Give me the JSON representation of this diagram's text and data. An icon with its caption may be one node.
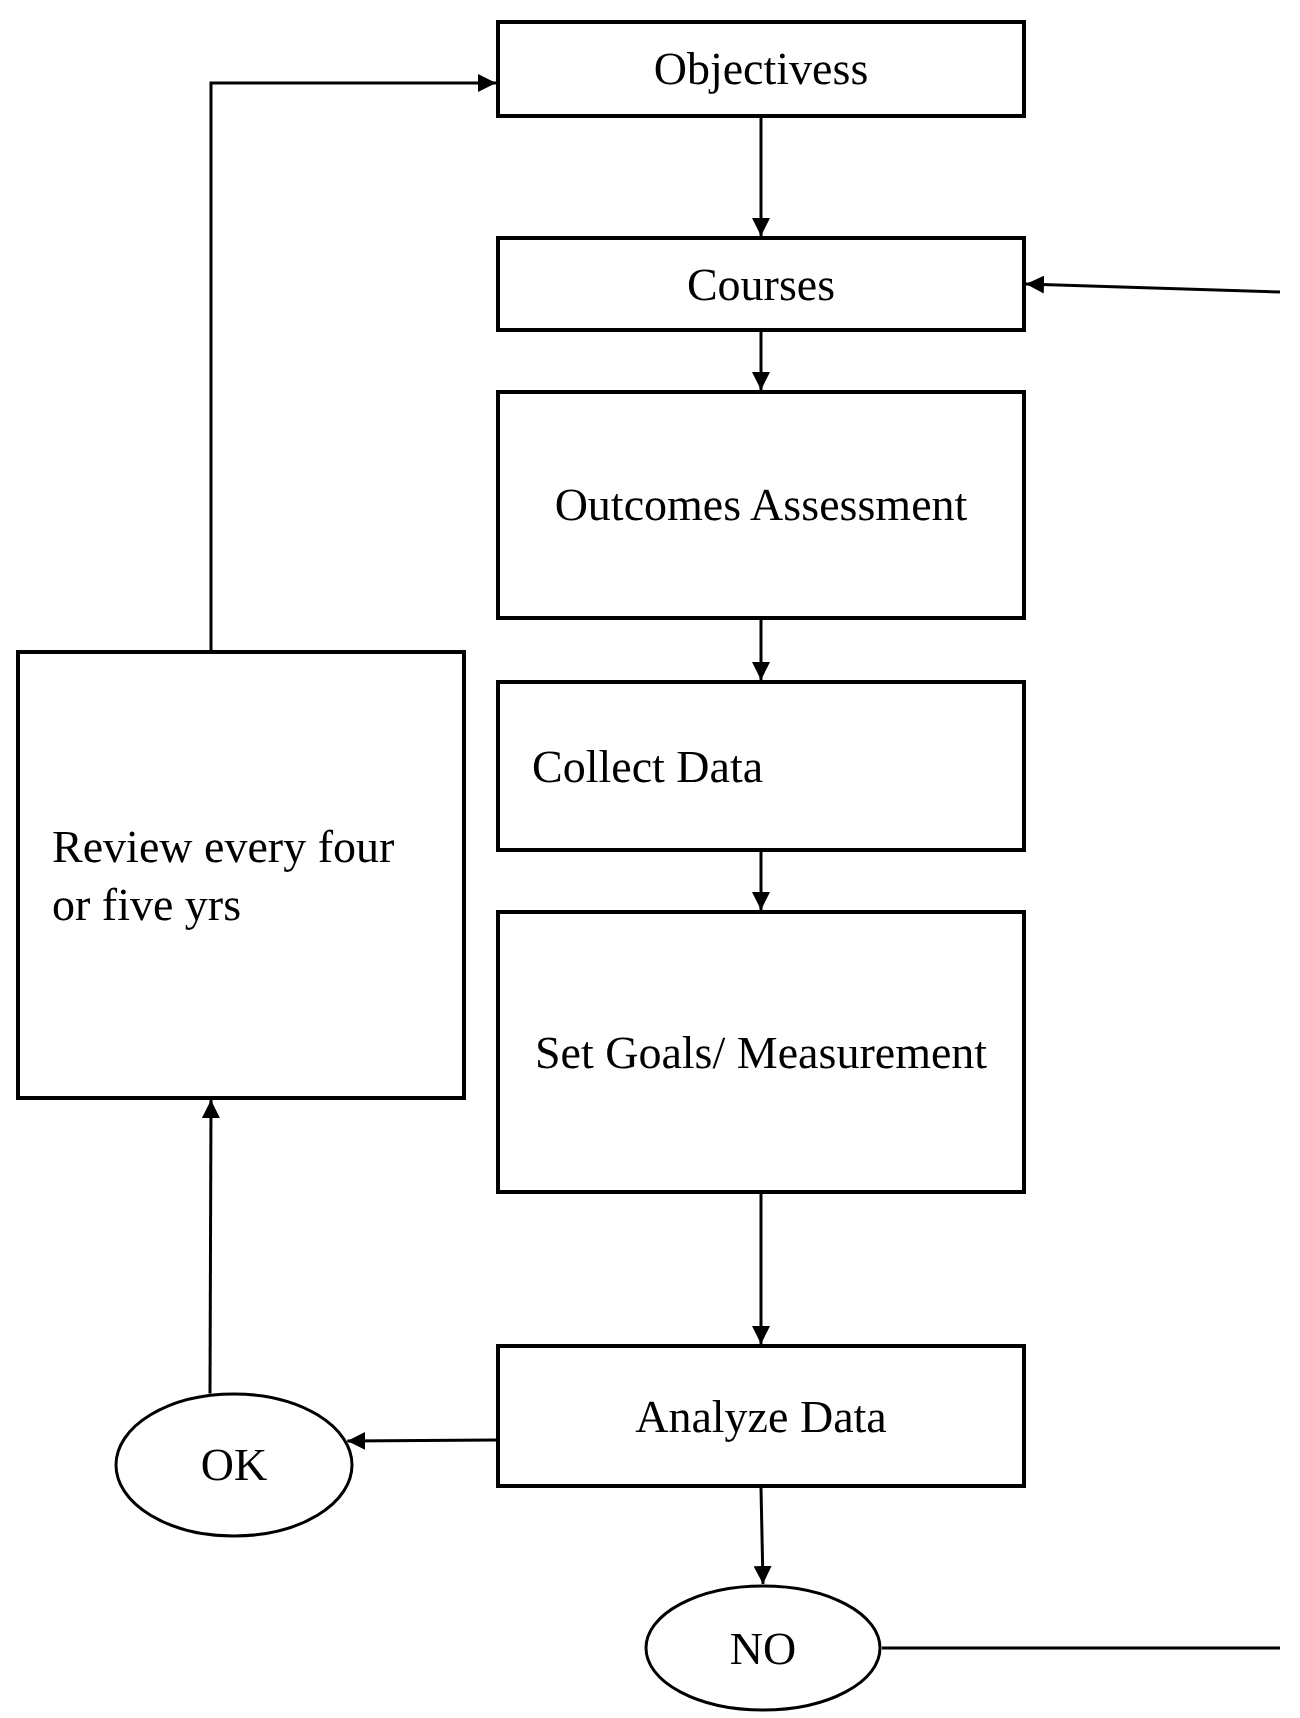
{
  "diagram": {
    "nodes": [
      {
        "text": [
          "Objectivess"
        ]
      },
      {
        "text": [
          "Courses"
        ]
      },
      {
        "text": [
          "Outcomes Assessment"
        ]
      },
      {
        "text": [
          "Collect Data"
        ]
      },
      {
        "text": [
          "Review every four or five yrs"
        ]
      },
      {
        "text": [
          "Set Goals/ Measurement"
        ]
      },
      {
        "text": [
          "Analyze Data"
        ]
      },
      {
        "text": [
          "OK"
        ]
      },
      {
        "text": [
          "NO"
        ]
      }
    ],
    "edges": [
      {
        "from": 0,
        "to": 1,
        "arrow": "to"
      },
      {
        "from": 1,
        "to": 2,
        "arrow": "to"
      },
      {
        "from": 2,
        "to": 3,
        "arrow": "to"
      },
      {
        "from": 3,
        "to": 5,
        "arrow": "to"
      },
      {
        "from": 5,
        "to": 6,
        "arrow": "to"
      },
      {
        "from": 6,
        "to": 7,
        "arrow": "to"
      },
      {
        "from": 6,
        "to": 8,
        "arrow": "to"
      },
      {
        "from": 7,
        "to": 4,
        "arrow": "to"
      },
      {
        "from": 4,
        "to": 0,
        "arrow": "to"
      },
      {
        "from": 8,
        "to": null,
        "arrow": "none"
      },
      {
        "from": null,
        "to": 1,
        "arrow": "to"
      }
    ]
  }
}
